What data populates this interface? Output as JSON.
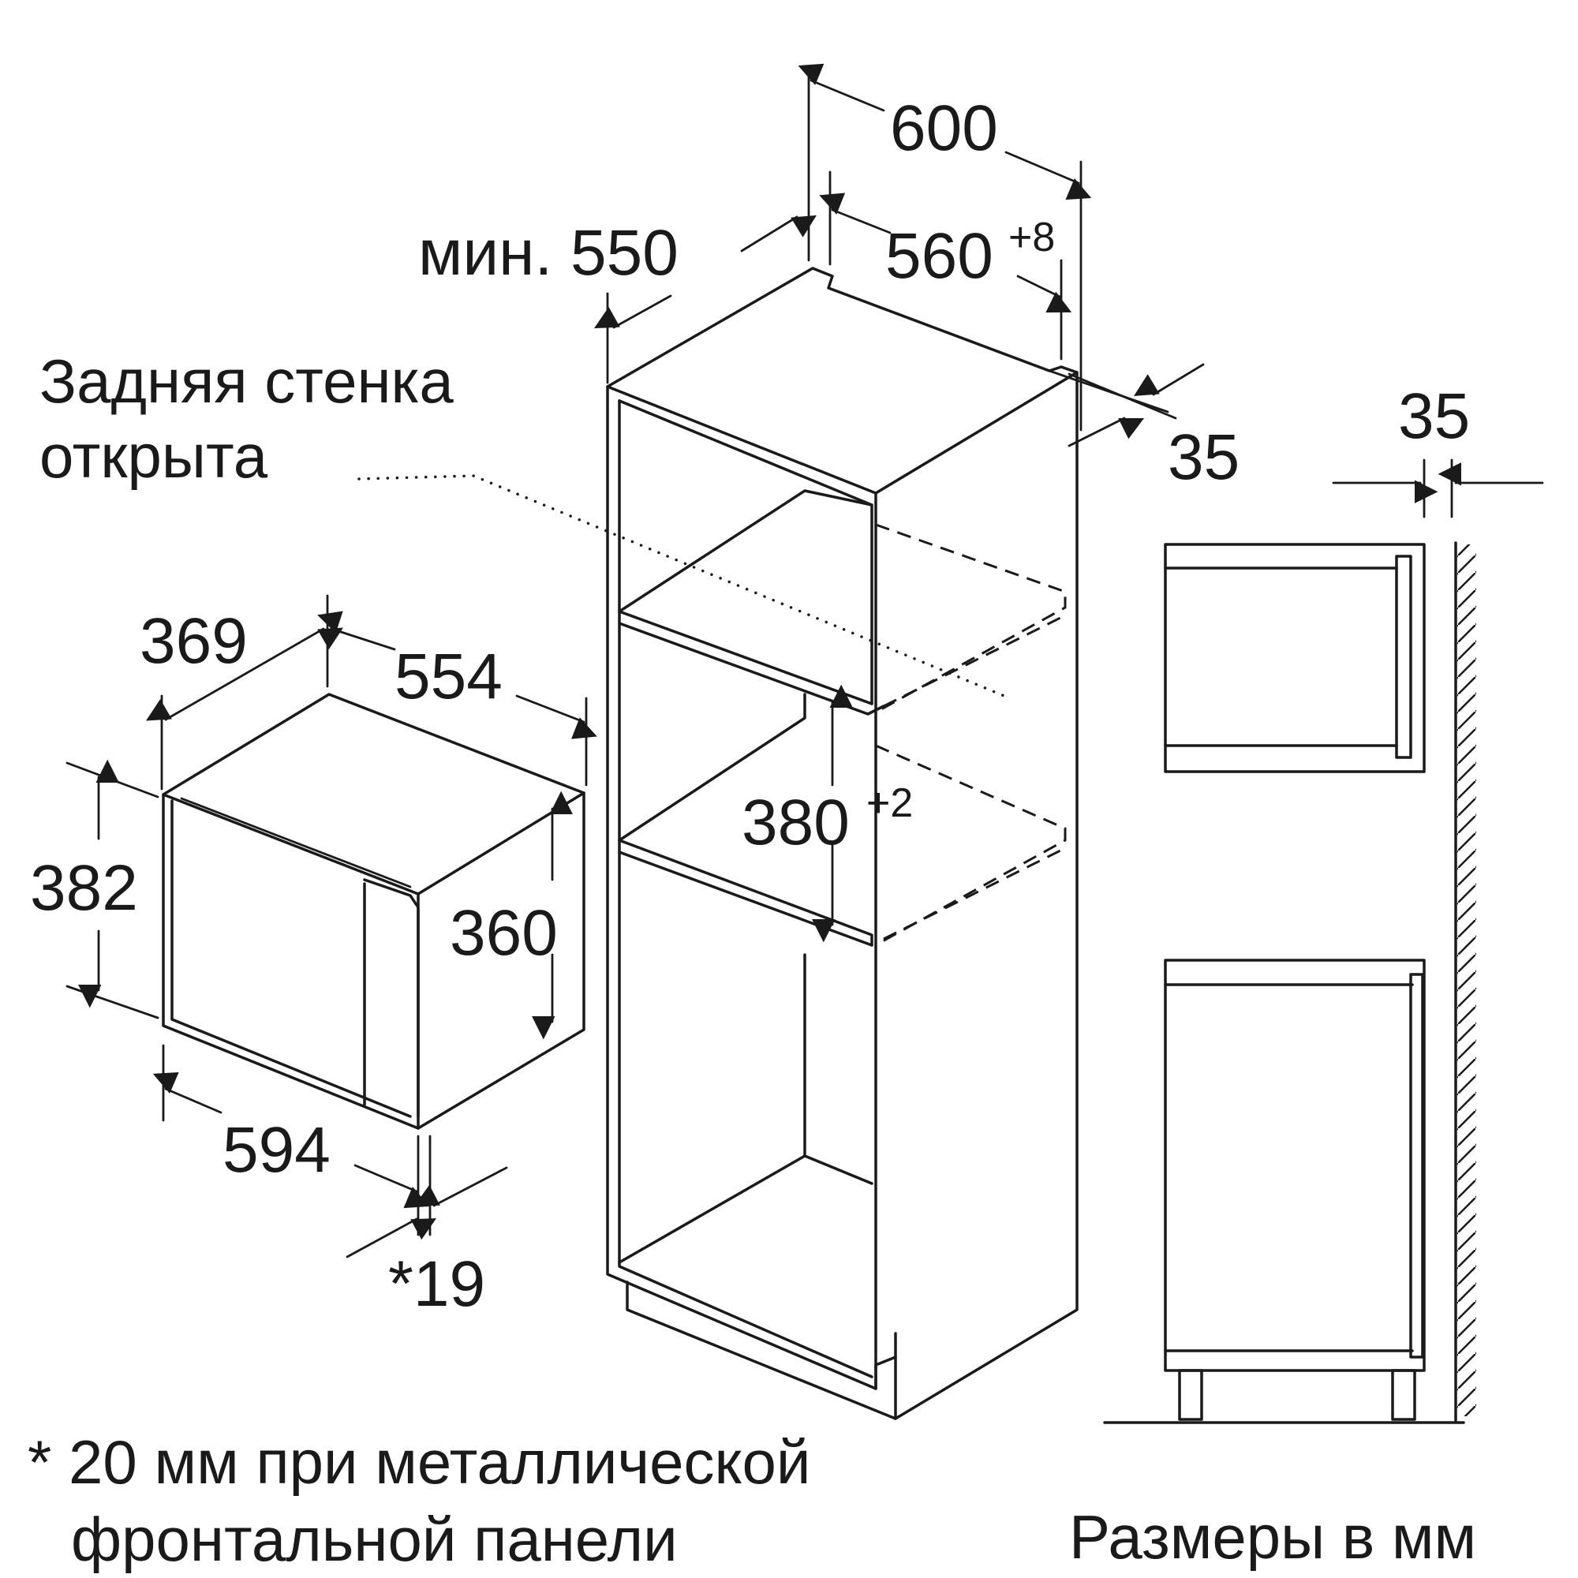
{
  "labels": {
    "rear_wall_line1": "Задняя стенка",
    "rear_wall_line2": "открыта",
    "footnote_line1": "* 20 мм при металлической",
    "footnote_line2": "фронтальной панели",
    "units": "Размеры в мм"
  },
  "dimensions": {
    "cabinet_width": "600",
    "niche_width": "560",
    "niche_width_tol": "+8",
    "min_depth": "мин. 550",
    "side_gap": "35",
    "side_gap_right": "35",
    "niche_height": "380",
    "niche_height_tol": "+2",
    "device_depth": "369",
    "device_body_width": "554",
    "device_total_height": "382",
    "device_body_height": "360",
    "device_front_width": "594",
    "front_panel": "*19"
  }
}
